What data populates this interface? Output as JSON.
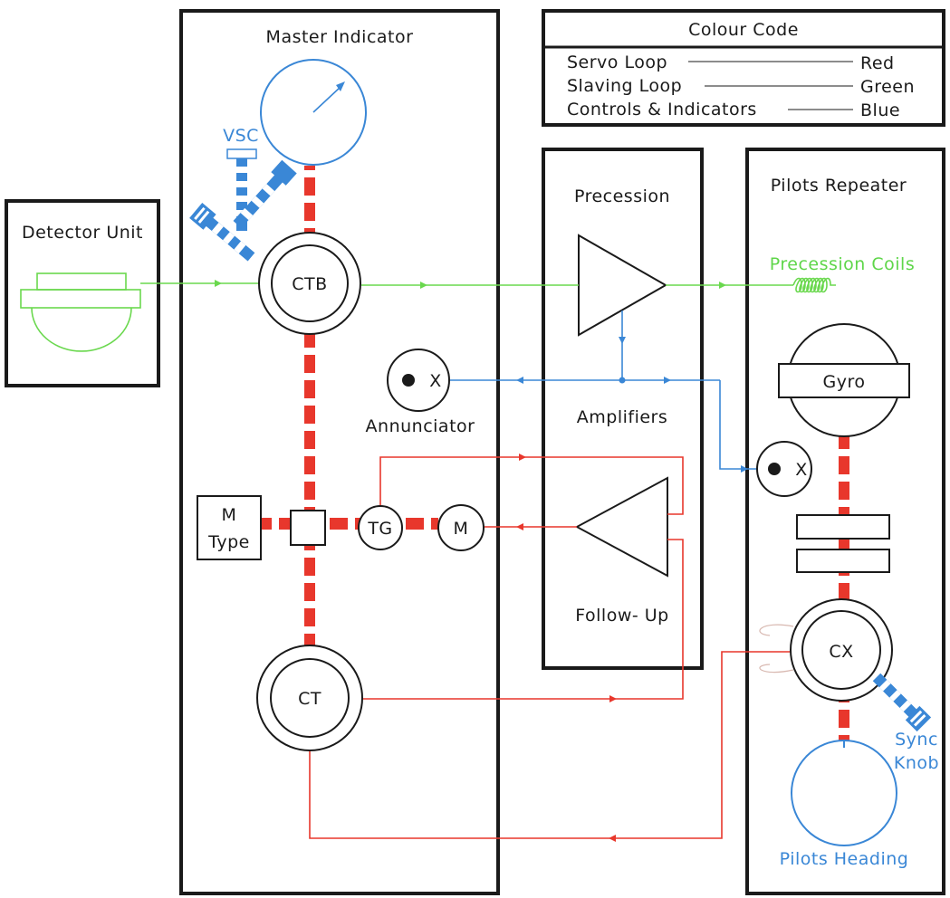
{
  "panels": {
    "detector_unit": "Detector Unit",
    "master_indicator": "Master Indicator",
    "precession": "Precession",
    "amplifiers": "Amplifiers",
    "follow_up": "Follow- Up",
    "pilots_repeater": "Pilots Repeater"
  },
  "components": {
    "ctb": "CTB",
    "ct": "CT",
    "tg": "TG",
    "m": "M",
    "m_type_line1": "M",
    "m_type_line2": "Type",
    "vsc": "VSC",
    "annunciator": "Annunciator",
    "annunciator_x": "X",
    "repeater_x": "X",
    "gyro": "Gyro",
    "cx": "CX",
    "precession_coils": "Precession Coils",
    "sync_knob_line1": "Sync",
    "sync_knob_line2": "Knob",
    "pilots_heading": "Pilots Heading"
  },
  "colour_code": {
    "title": "Colour Code",
    "rows": [
      {
        "loop": "Servo Loop",
        "colour": "Red"
      },
      {
        "loop": "Slaving Loop",
        "colour": "Green"
      },
      {
        "loop": "Controls & Indicators",
        "colour": "Blue"
      }
    ]
  },
  "colors": {
    "servo": "#e8372c",
    "slaving": "#6ad84e",
    "controls": "#3a87d6",
    "outline": "#1a1a1a"
  }
}
